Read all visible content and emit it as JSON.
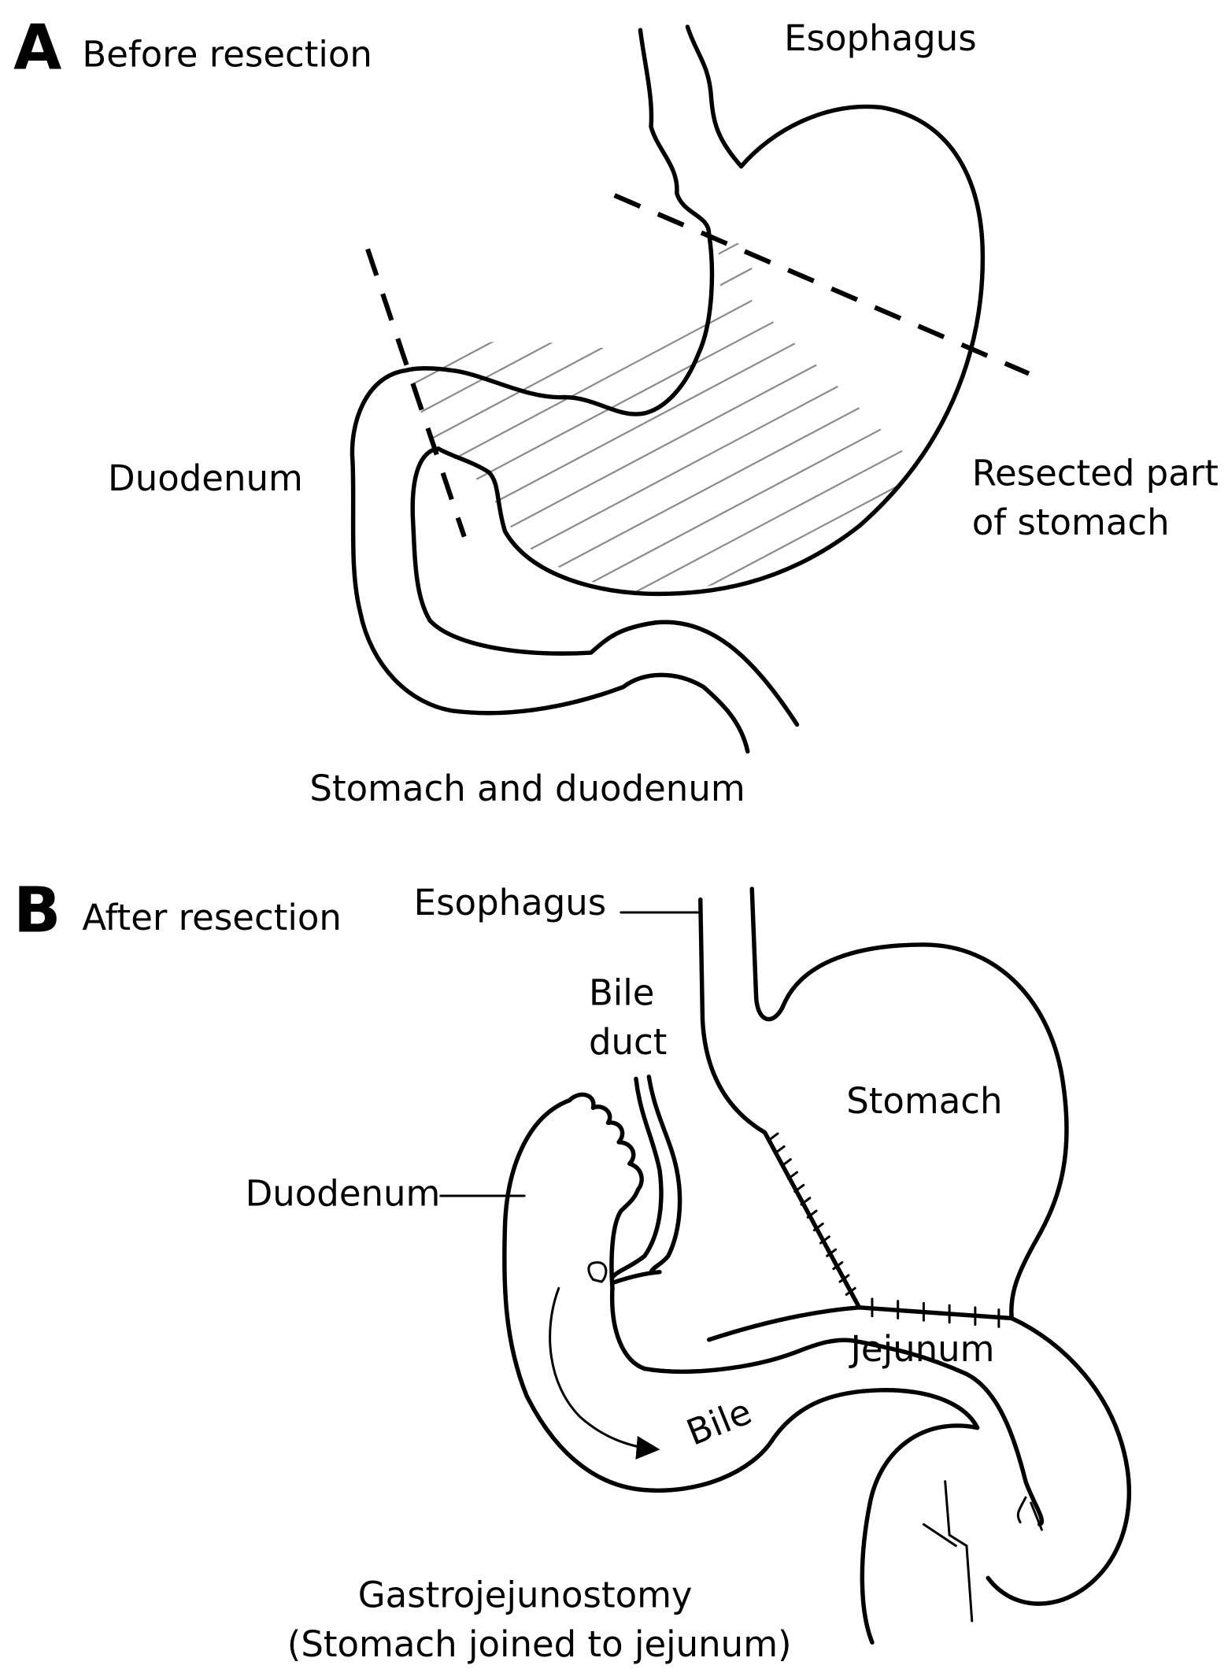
{
  "panel_a": {
    "letter": "A",
    "title": "Before resection",
    "labels": {
      "esophagus": "Esophagus",
      "duodenum": "Duodenum",
      "resected_line1": "Resected part",
      "resected_line2": "of stomach"
    },
    "caption": "Stomach and duodenum"
  },
  "panel_b": {
    "letter": "B",
    "title": "After resection",
    "labels": {
      "esophagus": "Esophagus",
      "bile_duct_line1": "Bile",
      "bile_duct_line2": "duct",
      "stomach": "Stomach",
      "duodenum": "Duodenum",
      "jejunum": "Jejunum",
      "bile": "Bile"
    },
    "caption_line1": "Gastrojejunostomy",
    "caption_line2": "(Stomach joined to jejunum)"
  }
}
